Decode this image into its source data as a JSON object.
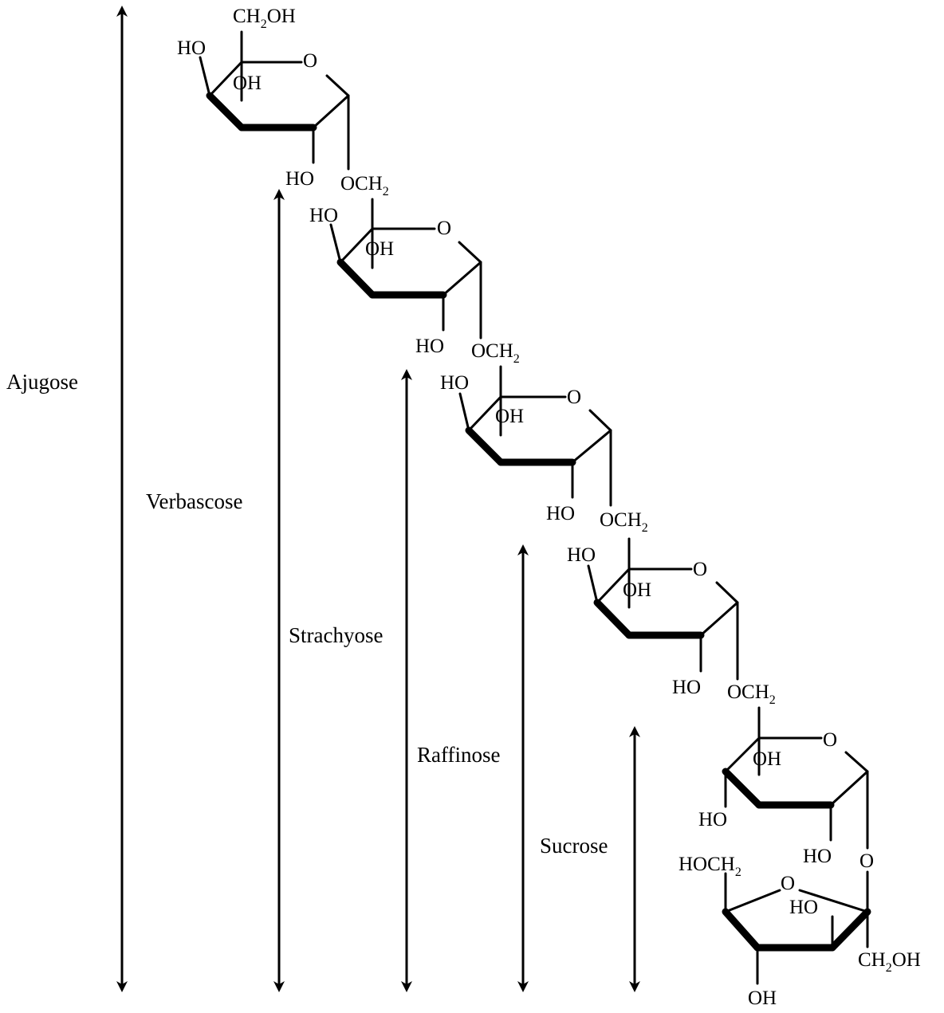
{
  "colors": {
    "ink": "#000000",
    "background": "#ffffff"
  },
  "labels": {
    "ajugose": "Ajugose",
    "verbascose": "Verbascose",
    "strachyose": "Strachyose",
    "raffinose": "Raffinose",
    "sucrose": "Sucrose"
  },
  "atoms": {
    "ring_o": "O",
    "ho": "HO",
    "oh": "OH",
    "ch2oh_a": "CH",
    "ch2oh_b": "OH",
    "och2": "OCH",
    "hoch2": "HOCH",
    "sub2": "2"
  }
}
